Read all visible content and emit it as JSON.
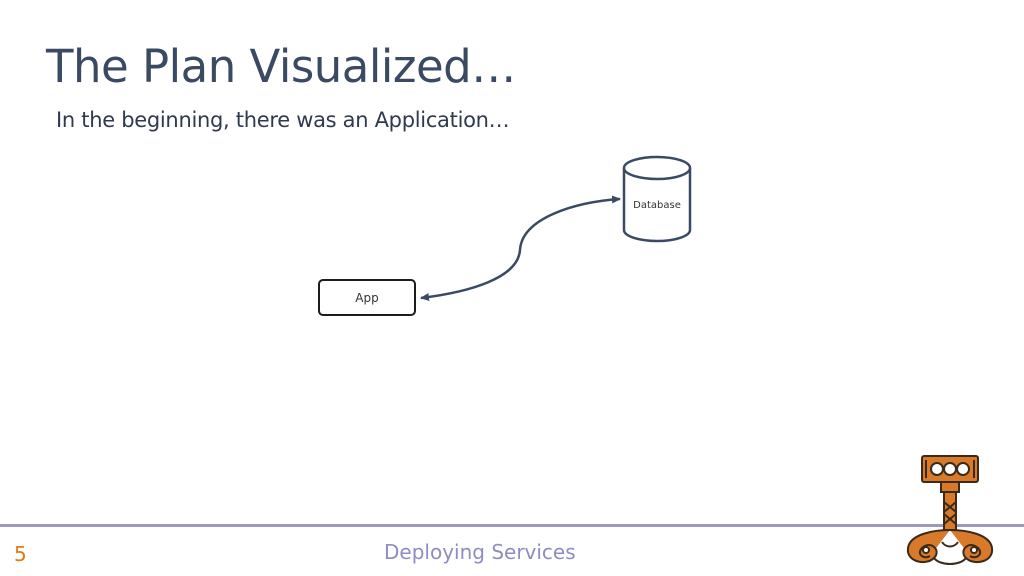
{
  "slide": {
    "title": "The Plan Visualized…",
    "subtitle": "In the beginning, there was an Application…"
  },
  "diagram": {
    "nodes": {
      "app": {
        "label": "App",
        "shape": "rounded-rectangle"
      },
      "database": {
        "label": "Database",
        "shape": "cylinder"
      }
    },
    "edges": [
      {
        "from": "app",
        "to": "database",
        "arrows": "both"
      }
    ]
  },
  "footer": {
    "page_number": "5",
    "title": "Deploying Services"
  },
  "logo": {
    "icon": "hammer-logo-icon"
  },
  "colors": {
    "title": "#3b4a63",
    "edge": "#3b4a63",
    "footer_rule": "#9b98c6",
    "footer_title": "#8f8cc4",
    "page_number": "#e07b12",
    "logo": "#d97a2b"
  }
}
